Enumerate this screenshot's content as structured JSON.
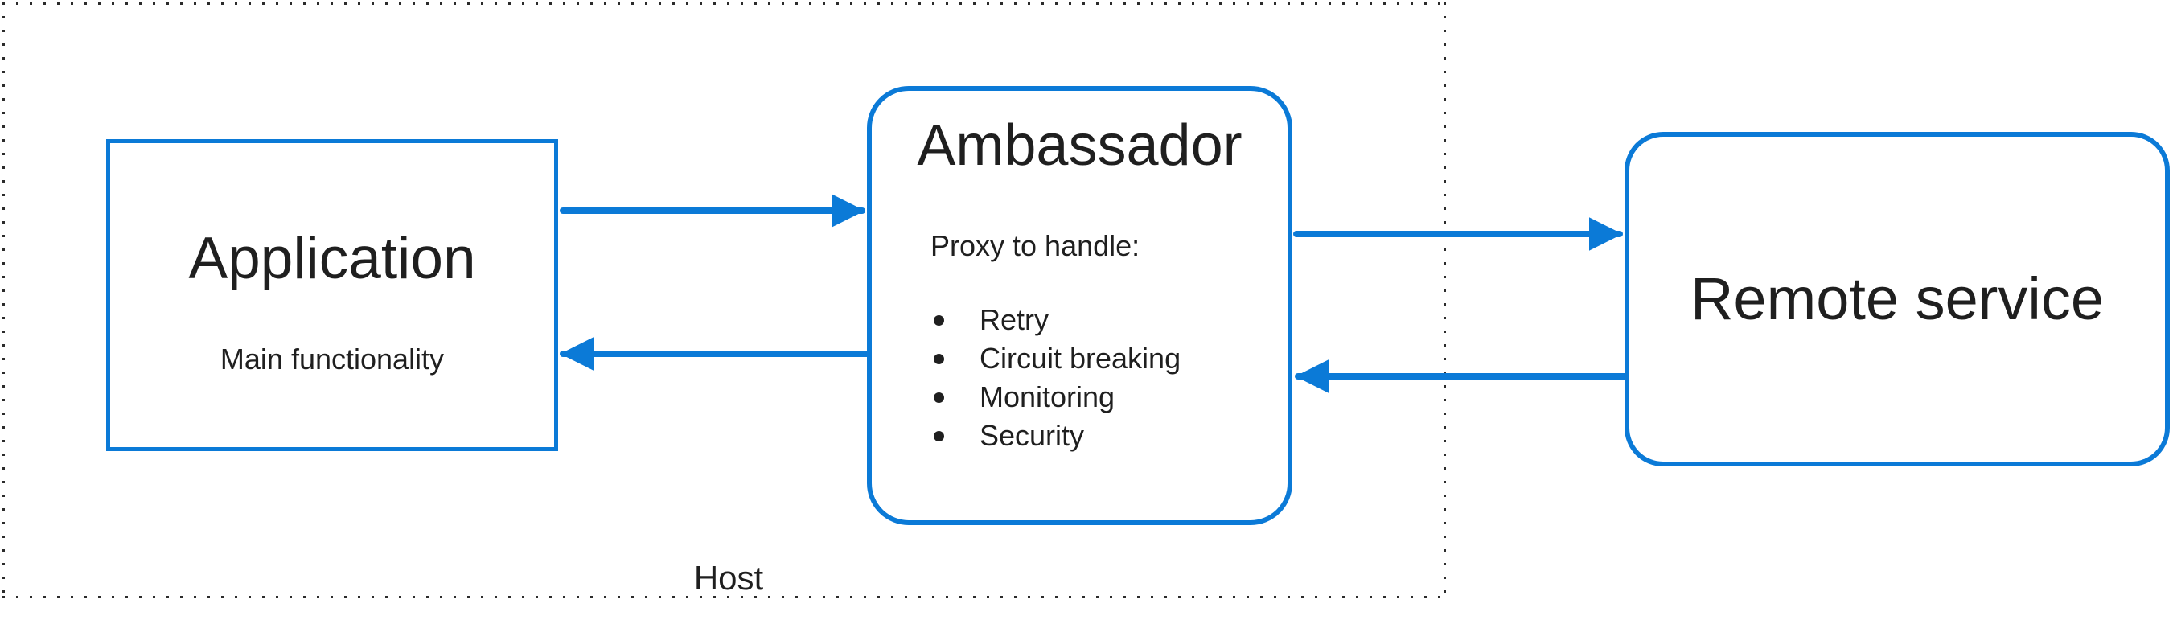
{
  "colors": {
    "accent": "#0b7ad7",
    "dots": "#2b2b2b",
    "text": "#1f1f1f"
  },
  "host": {
    "label": "Host"
  },
  "nodes": {
    "application": {
      "title": "Application",
      "subtitle": "Main functionality"
    },
    "ambassador": {
      "title": "Ambassador",
      "intro": "Proxy to handle:",
      "bullets": [
        "Retry",
        "Circuit breaking",
        "Monitoring",
        "Security"
      ]
    },
    "remote_service": {
      "title": "Remote service"
    }
  },
  "connections": [
    {
      "from": "application",
      "to": "ambassador"
    },
    {
      "from": "ambassador",
      "to": "application"
    },
    {
      "from": "ambassador",
      "to": "remote_service"
    },
    {
      "from": "remote_service",
      "to": "ambassador"
    }
  ]
}
